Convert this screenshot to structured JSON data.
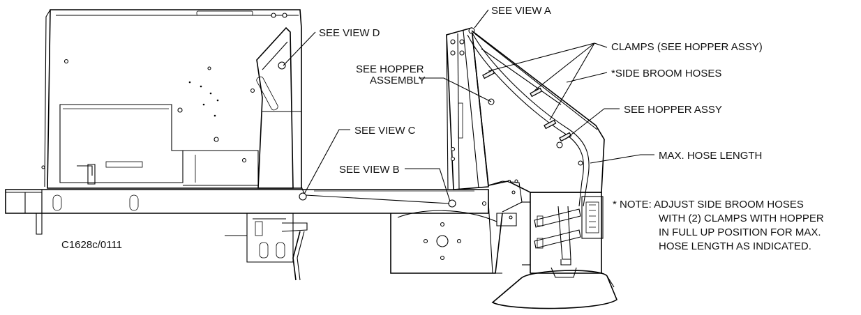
{
  "drawing_id": "C1628c/0111",
  "callouts": {
    "see_view_a": "SEE VIEW A",
    "see_view_b": "SEE VIEW B",
    "see_view_c": "SEE VIEW C",
    "see_view_d": "SEE VIEW D",
    "clamps": "CLAMPS (SEE HOPPER ASSY)",
    "side_broom_hoses": "*SIDE BROOM HOSES",
    "see_hopper_assy": "SEE HOPPER ASSY",
    "max_hose_length": "MAX. HOSE LENGTH",
    "see_hopper_line1": "SEE HOPPER",
    "see_hopper_line2": "ASSEMBLY"
  },
  "note": {
    "line1": "* NOTE: ADJUST SIDE BROOM HOSES",
    "line2": "WITH (2) CLAMPS WITH HOPPER",
    "line3": "IN FULL UP POSITION FOR MAX.",
    "line4": "HOSE LENGTH AS INDICATED."
  }
}
